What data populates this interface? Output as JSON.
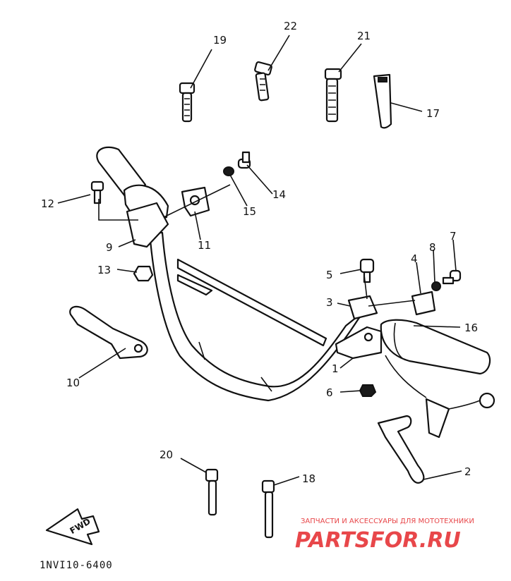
{
  "colors": {
    "ink": "#111111",
    "paper": "#ffffff",
    "watermark": "#e8474a"
  },
  "callouts": [
    {
      "id": "1",
      "label": "1"
    },
    {
      "id": "2",
      "label": "2"
    },
    {
      "id": "3",
      "label": "3"
    },
    {
      "id": "4",
      "label": "4"
    },
    {
      "id": "5",
      "label": "5"
    },
    {
      "id": "6",
      "label": "6"
    },
    {
      "id": "7",
      "label": "7"
    },
    {
      "id": "8",
      "label": "8"
    },
    {
      "id": "9",
      "label": "9"
    },
    {
      "id": "10",
      "label": "10"
    },
    {
      "id": "11",
      "label": "11"
    },
    {
      "id": "12",
      "label": "12"
    },
    {
      "id": "13",
      "label": "13"
    },
    {
      "id": "14",
      "label": "14"
    },
    {
      "id": "15",
      "label": "15"
    },
    {
      "id": "16",
      "label": "16"
    },
    {
      "id": "17",
      "label": "17"
    },
    {
      "id": "18",
      "label": "18"
    },
    {
      "id": "19",
      "label": "19"
    },
    {
      "id": "20",
      "label": "20"
    },
    {
      "id": "21",
      "label": "21"
    },
    {
      "id": "22",
      "label": "22"
    }
  ],
  "diagram_code": "1NVI10-6400",
  "fwd_label": "FWD",
  "watermark": {
    "tagline": "ЗАПЧАСТИ И АКСЕССУАРЫ ДЛЯ МОТОТЕХНИКИ",
    "brand": "PARTSFOR.RU"
  }
}
